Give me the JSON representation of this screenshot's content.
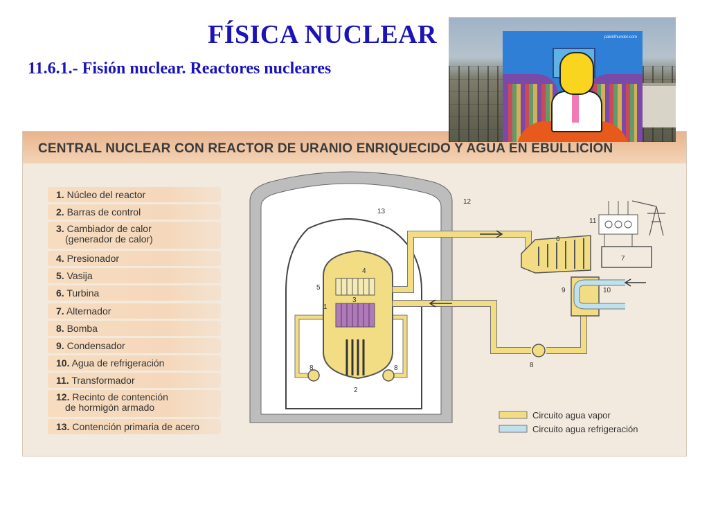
{
  "slide": {
    "title": "FÍSICA NUCLEAR",
    "subtitle": "11.6.1.- Fisión nuclear. Reactores nucleares"
  },
  "photo": {
    "caption": "pakirithunder.com"
  },
  "diagram": {
    "header": "CENTRAL NUCLEAR CON REACTOR DE URANIO ENRIQUECIDO Y AGUA EN EBULLICIÓN",
    "legend_items": [
      {
        "num": "1.",
        "label": "Núcleo del reactor"
      },
      {
        "num": "2.",
        "label": "Barras de control"
      },
      {
        "num": "3.",
        "label": "Cambiador de calor",
        "label2": "(generador de calor)"
      },
      {
        "num": "4.",
        "label": "Presionador"
      },
      {
        "num": "5.",
        "label": "Vasija"
      },
      {
        "num": "6.",
        "label": "Turbina"
      },
      {
        "num": "7.",
        "label": "Alternador"
      },
      {
        "num": "8.",
        "label": "Bomba"
      },
      {
        "num": "9.",
        "label": "Condensador"
      },
      {
        "num": "10.",
        "label": "Agua de refrigeración"
      },
      {
        "num": "11.",
        "label": "Transformador"
      },
      {
        "num": "12.",
        "label": "Recinto de contención",
        "label2": "de hormigón armado"
      },
      {
        "num": "13.",
        "label": "Contención primaria de acero"
      }
    ],
    "callouts": [
      "1",
      "2",
      "3",
      "4",
      "5",
      "6",
      "7",
      "8",
      "8",
      "8",
      "9",
      "10",
      "11",
      "12",
      "13"
    ],
    "circuit_legend": [
      {
        "label": "Circuito agua vapor",
        "color": "#f2dd84"
      },
      {
        "label": "Circuito agua refrigeración",
        "color": "#bfe1ee"
      }
    ]
  },
  "colors": {
    "title_blue": "#1a14b8",
    "steam_yellow": "#f2dd84",
    "coolant_blue": "#bfe1ee",
    "core_purple": "#b07ab8",
    "concrete_gray": "#bdbdbd"
  }
}
